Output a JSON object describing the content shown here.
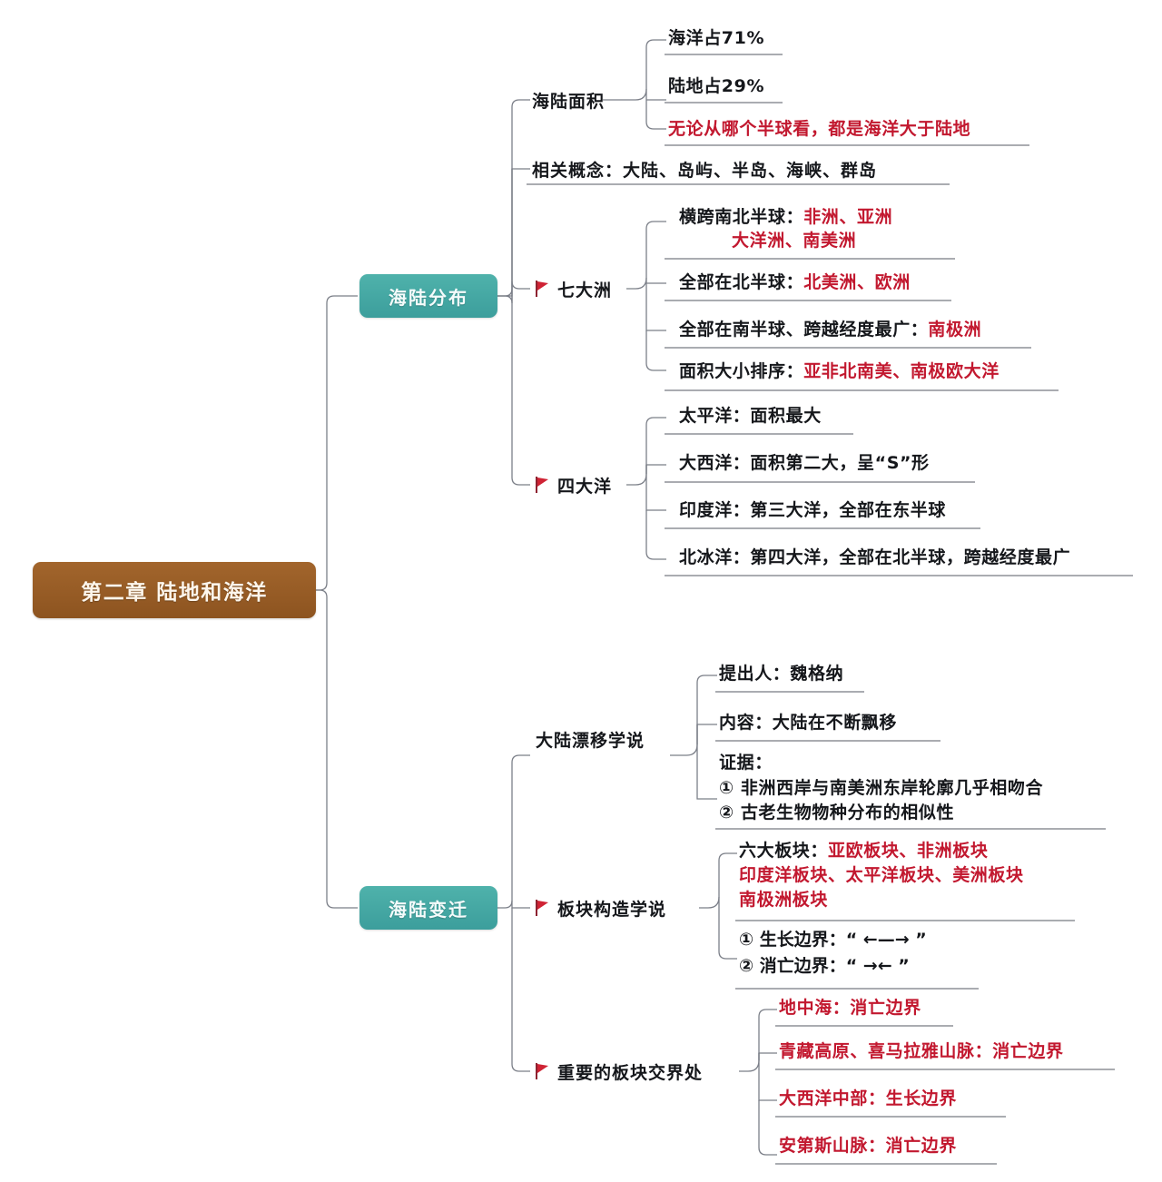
{
  "meta": {
    "colors": {
      "root_bg": "#9a5d26",
      "branch_bg": "#45a9a4",
      "highlight_text": "#c2182f",
      "body_text": "#15171b",
      "line": "#7b7f88",
      "background": "#ffffff"
    }
  },
  "root": {
    "label": "第二章  陆地和海洋"
  },
  "branches": [
    {
      "id": "haolu-fenbu",
      "label": "海陆分布",
      "topics": [
        {
          "id": "haolu-mianji",
          "label": "海陆面积",
          "flag": false,
          "leaves": [
            {
              "text_black": "海洋占71%",
              "text_red": ""
            },
            {
              "text_black": "陆地占29%",
              "text_red": ""
            },
            {
              "text_black": "",
              "text_red": "无论从哪个半球看，都是海洋大于陆地"
            }
          ]
        },
        {
          "id": "xiangguan-gainian",
          "label": "相关概念：大陆、岛屿、半岛、海峡、群岛",
          "flag": false,
          "is_inline_leaf": true,
          "leaves": []
        },
        {
          "id": "qi-da-zhou",
          "label": "七大洲",
          "flag": true,
          "leaves": [
            {
              "text_black": "横跨南北半球：",
              "text_red": "非洲、亚洲",
              "text_red_line2": "大洋洲、南美洲"
            },
            {
              "text_black": "全部在北半球：",
              "text_red": "北美洲、欧洲"
            },
            {
              "text_black": "全部在南半球、跨越经度最广：",
              "text_red": "南极洲"
            },
            {
              "text_black": "面积大小排序：",
              "text_red": "亚非北南美、南极欧大洋"
            }
          ]
        },
        {
          "id": "si-da-yang",
          "label": "四大洋",
          "flag": true,
          "leaves": [
            {
              "text_black": "太平洋：面积最大",
              "text_red": ""
            },
            {
              "text_black": "大西洋：面积第二大，呈“S”形",
              "text_red": ""
            },
            {
              "text_black": "印度洋：第三大洋，全部在东半球",
              "text_red": ""
            },
            {
              "text_black": "北冰洋：第四大洋，全部在北半球，跨越经度最广",
              "text_red": ""
            }
          ]
        }
      ]
    },
    {
      "id": "haolu-bianqian",
      "label": "海陆变迁",
      "topics": [
        {
          "id": "dalu-piaoyi-xueshuo",
          "label": "大陆漂移学说",
          "flag": false,
          "leaves": [
            {
              "text_black": "提出人：魏格纳",
              "text_red": ""
            },
            {
              "text_black": "内容：大陆在不断飘移",
              "text_red": ""
            },
            {
              "multiline": [
                "证据：",
                "①  非洲西岸与南美洲东岸轮廓几乎相吻合",
                "②  古老生物物种分布的相似性"
              ]
            }
          ]
        },
        {
          "id": "bankuai-gouzao-xueshuo",
          "label": "板块构造学说",
          "flag": true,
          "leaves": [
            {
              "text_black": "六大板块：",
              "text_red": "亚欧板块、非洲板块",
              "text_red_line2": "印度洋板块、太平洋板块、美洲板块",
              "text_red_line3": "南极洲板块"
            },
            {
              "multiline": [
                "①  生长边界：“ ←—→ ”",
                "②  消亡边界：“ →← ”"
              ]
            }
          ]
        },
        {
          "id": "zhongyao-bankuai-jiaojiechu",
          "label": "重要的板块交界处",
          "flag": true,
          "leaves": [
            {
              "text_black": "",
              "text_red": "地中海：消亡边界"
            },
            {
              "text_black": "",
              "text_red": "青藏高原、喜马拉雅山脉：消亡边界"
            },
            {
              "text_black": "",
              "text_red": "大西洋中部：生长边界"
            },
            {
              "text_black": "",
              "text_red": "安第斯山脉：消亡边界"
            }
          ]
        }
      ]
    }
  ]
}
